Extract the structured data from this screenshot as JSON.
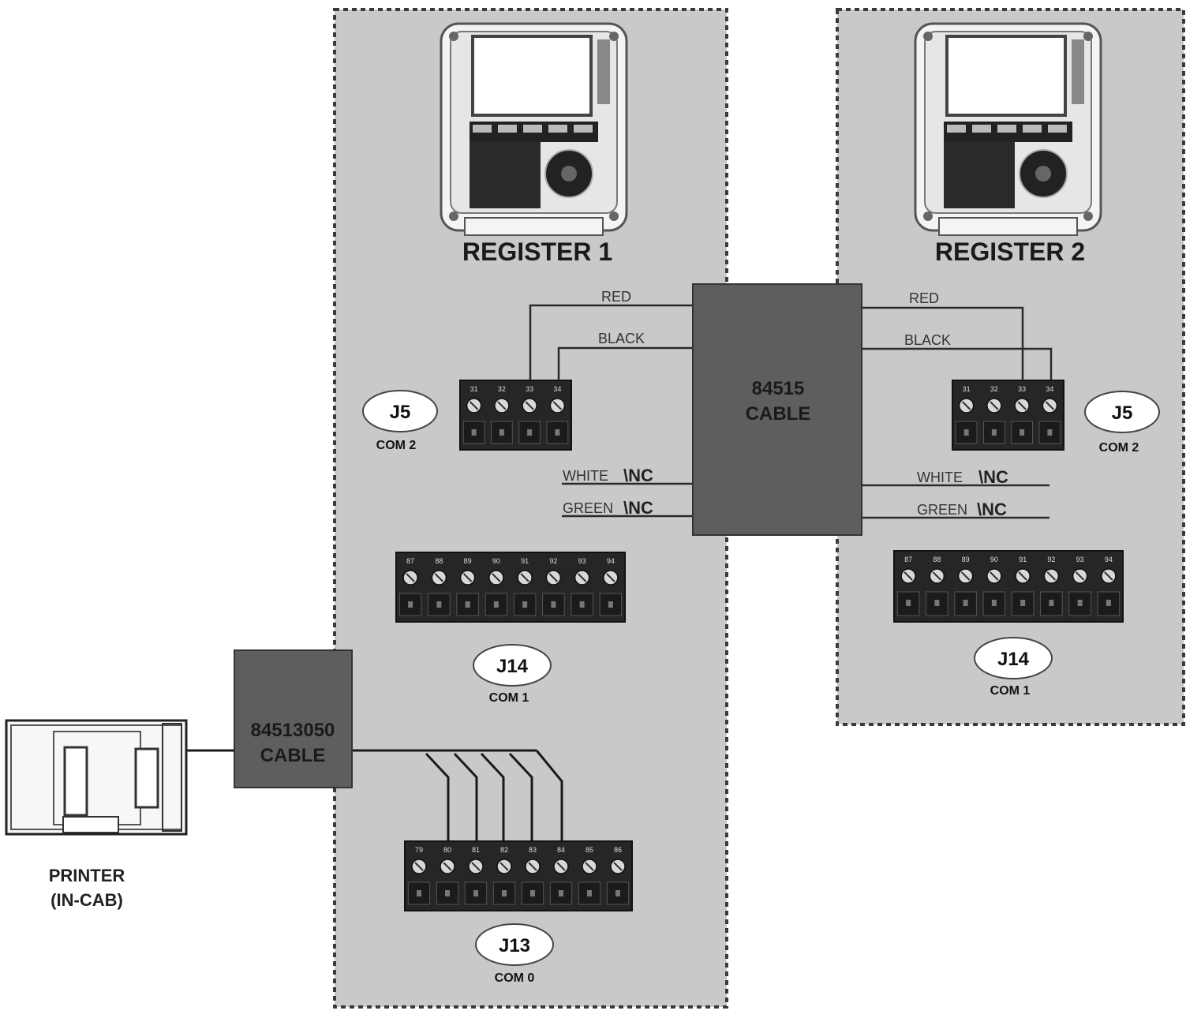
{
  "registers": [
    {
      "title": "REGISTER 1"
    },
    {
      "title": "REGISTER 2"
    }
  ],
  "cables": {
    "main": {
      "line1": "84515",
      "line2": "CABLE"
    },
    "printer": {
      "line1": "84513050",
      "line2": "CABLE"
    }
  },
  "wires": {
    "red": "RED",
    "black": "BLACK",
    "white": "WHITE",
    "green_left": "GREEN",
    "green_right": "GREEN",
    "nc": "\\NC"
  },
  "connectors": {
    "j5": {
      "name": "J5",
      "com": "COM 2",
      "pins": [
        "31",
        "32",
        "33",
        "34"
      ]
    },
    "j14": {
      "name": "J14",
      "com": "COM 1",
      "pins": [
        "87",
        "88",
        "89",
        "90",
        "91",
        "92",
        "93",
        "94"
      ]
    },
    "j13": {
      "name": "J13",
      "com": "COM 0",
      "pins": [
        "79",
        "80",
        "81",
        "82",
        "83",
        "84",
        "85",
        "86"
      ]
    }
  },
  "printer": {
    "line1": "PRINTER",
    "line2": "(IN-CAB)"
  },
  "colors": {
    "panel": "#c9c9c9",
    "cable_box": "#5e5e5e",
    "terminal": "#262626",
    "wire": "#2a2a2a"
  }
}
